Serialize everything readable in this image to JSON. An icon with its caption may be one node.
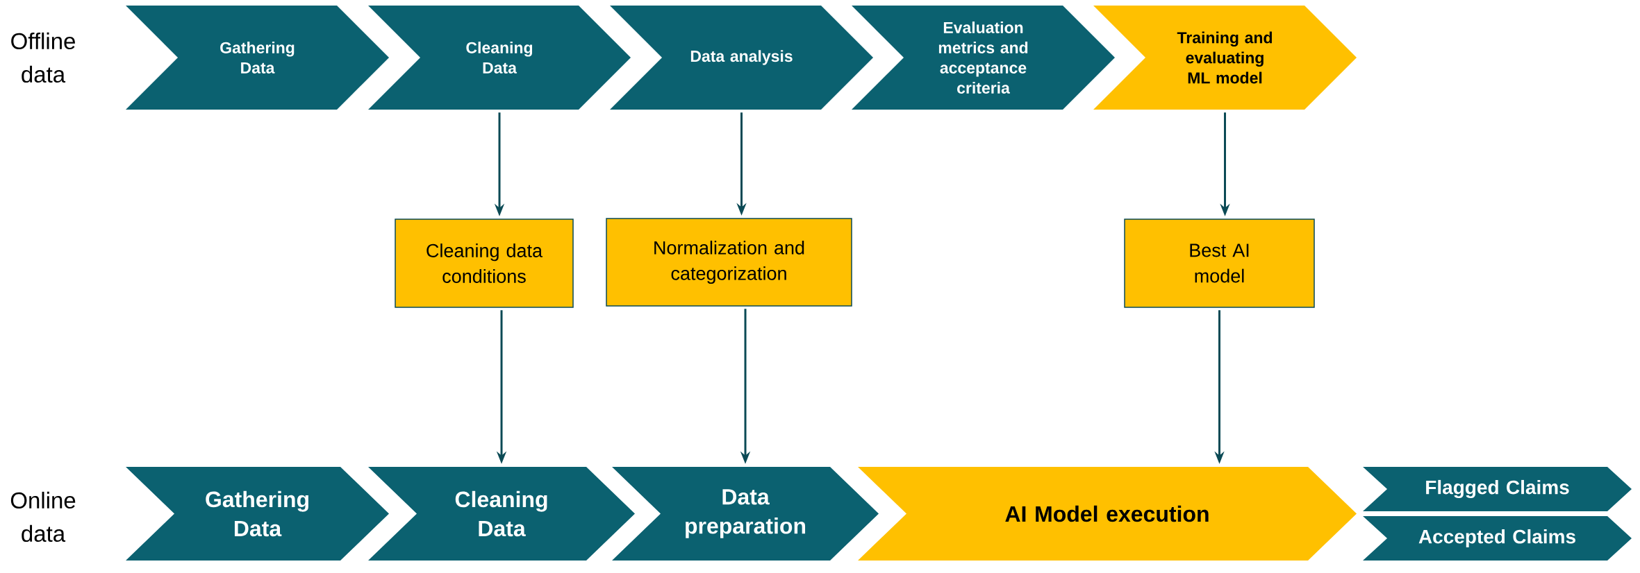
{
  "diagram": {
    "nodes": [
      {
        "text": [
          "Gathering Data"
        ]
      },
      {
        "text": [
          "Cleaning Data"
        ]
      },
      {
        "text": [
          "Data analysis"
        ]
      },
      {
        "text": [
          "Evaluation metrics and acceptance criteria"
        ]
      },
      {
        "text": [
          "Training and evaluating ML model"
        ]
      },
      {
        "text": [
          "Cleaning data conditions"
        ]
      },
      {
        "text": [
          "Normalization and categorization"
        ]
      },
      {
        "text": [
          "Best AI model"
        ]
      },
      {
        "text": [
          "Gathering Data"
        ]
      },
      {
        "text": [
          "Cleaning Data"
        ]
      },
      {
        "text": [
          "Data preparation"
        ]
      },
      {
        "text": [
          "AI Model execution"
        ]
      },
      {
        "text": [
          "Flagged Claims"
        ]
      },
      {
        "text": [
          "Accepted Claims"
        ]
      }
    ],
    "edges": [
      {
        "from": 1,
        "to": 5,
        "arrow": "to"
      },
      {
        "from": 5,
        "to": 9,
        "arrow": "to"
      },
      {
        "from": 2,
        "to": 6,
        "arrow": "to"
      },
      {
        "from": 6,
        "to": 10,
        "arrow": "to"
      },
      {
        "from": 4,
        "to": 7,
        "arrow": "to"
      },
      {
        "from": 7,
        "to": 11,
        "arrow": "to"
      }
    ],
    "labels": [
      "Offline data",
      "Online data"
    ]
  }
}
